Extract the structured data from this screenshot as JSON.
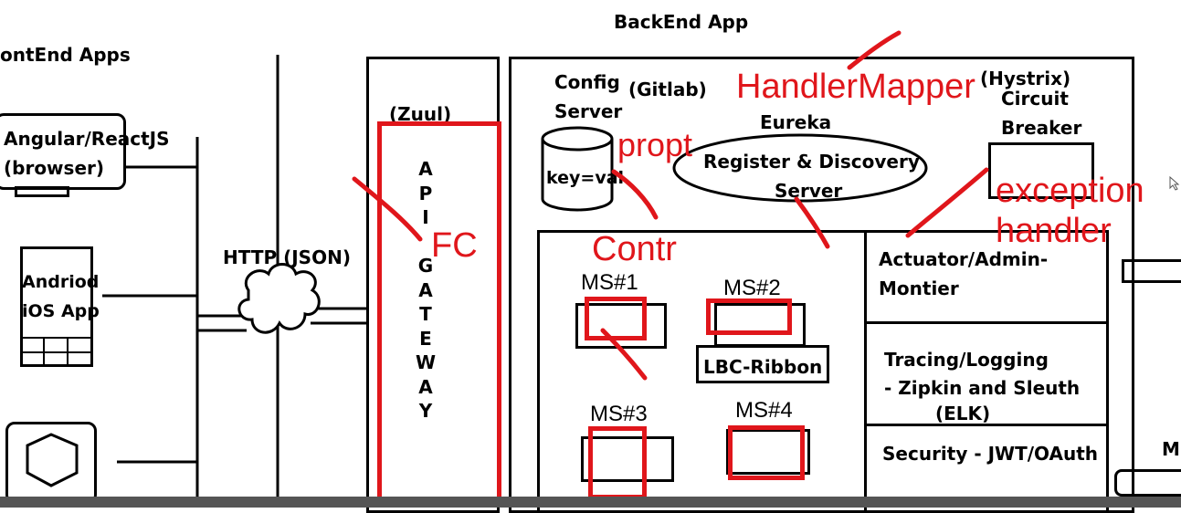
{
  "backend_title": "BackEnd App",
  "frontend_title": "ontEnd Apps",
  "clients": {
    "web": "Angular/ReactJS",
    "web_sub": "(browser)",
    "mobile_1": "Andriod",
    "mobile_2": "iOS App"
  },
  "protocol": "HTTP (JSON)",
  "gateway": {
    "zuul": "(Zuul)",
    "letters": [
      "A",
      "P",
      "I",
      "",
      "G",
      "A",
      "T",
      "E",
      "W",
      "A",
      "Y"
    ]
  },
  "config": {
    "title_1": "Config",
    "title_2": "Server",
    "gitlab": "(Gitlab)",
    "store": "key=val"
  },
  "eureka": {
    "label": "Eureka",
    "line_1": "Register & Discovery",
    "line_2": "Server"
  },
  "hystrix": {
    "label": "(Hystrix)",
    "line_1": "Circuit",
    "line_2": "Breaker"
  },
  "services": {
    "ms1": "MS#1",
    "ms2": "MS#2",
    "ms3": "MS#3",
    "ms4": "MS#4",
    "lbc": "LBC-Ribbon"
  },
  "side_panels": {
    "actuator_1": "Actuator/Admin-",
    "actuator_2": "Montier",
    "tracing_1": "Tracing/Logging",
    "tracing_2": "- Zipkin and Sleuth",
    "tracing_3": "(ELK)",
    "security": "Security - JWT/OAuth",
    "cut_label": "M"
  },
  "annotations": {
    "handler_mapper": "HandlerMapper",
    "propt": "propt",
    "fc": "FC",
    "contr": "Contr",
    "exception_1": "exception",
    "exception_2": "handler"
  },
  "colors": {
    "annotation": "#e0161b",
    "ink": "#000000"
  }
}
